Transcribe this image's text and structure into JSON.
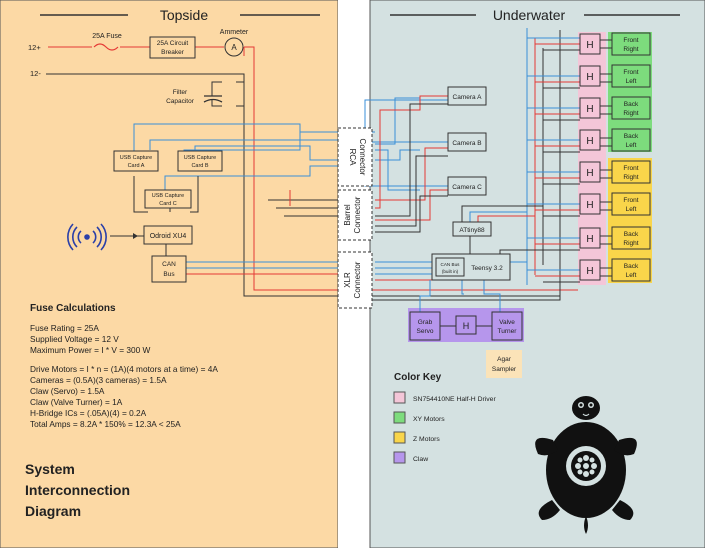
{
  "sections": {
    "topside": "Topside",
    "underwater": "Underwater"
  },
  "power": {
    "plus": "12+",
    "minus": "12-",
    "fuse": "25A Fuse",
    "breaker_line1": "25A Circuit",
    "breaker_line2": "Breaker",
    "ammeter": "Ammeter",
    "ammeter_symbol": "A",
    "filter_line1": "Filter",
    "filter_line2": "Capacitor"
  },
  "topside_parts": {
    "usb_a_line1": "USB Capture",
    "usb_a_line2": "Card A",
    "usb_b_line1": "USB Capture",
    "usb_b_line2": "Card B",
    "usb_c_line1": "USB Capture",
    "usb_c_line2": "Card C",
    "odroid": "Odroid XU4",
    "can_line1": "CAN",
    "can_line2": "Bus"
  },
  "connectors": {
    "rca_line1": "RCA",
    "rca_line2": "Connector",
    "barrel_line1": "Barrel",
    "barrel_line2": "Connector",
    "xlr_line1": "XLR",
    "xlr_line2": "Connector"
  },
  "underwater_parts": {
    "camera_a": "Camera A",
    "camera_b": "Camera B",
    "camera_c": "Camera C",
    "attiny": "ATtiny88",
    "teensy": "Teensy 3.2",
    "can_builtin_line1": "CAN Bus",
    "can_builtin_line2": "(built in)",
    "hbridge": "H",
    "grab_line1": "Grab",
    "grab_line2": "Servo",
    "valve_line1": "Valve",
    "valve_line2": "Turner",
    "agar_line1": "Agar",
    "agar_line2": "Sampler"
  },
  "motors": [
    {
      "line1": "Front",
      "line2": "Right",
      "group": "xy"
    },
    {
      "line1": "Front",
      "line2": "Left",
      "group": "xy"
    },
    {
      "line1": "Back",
      "line2": "Right",
      "group": "xy"
    },
    {
      "line1": "Back",
      "line2": "Left",
      "group": "xy"
    },
    {
      "line1": "Front",
      "line2": "Right",
      "group": "z"
    },
    {
      "line1": "Front",
      "line2": "Left",
      "group": "z"
    },
    {
      "line1": "Back",
      "line2": "Right",
      "group": "z"
    },
    {
      "line1": "Back",
      "line2": "Left",
      "group": "z"
    }
  ],
  "fuse_calc": {
    "heading": "Fuse Calculations",
    "lines": [
      "Fuse Rating = 25A",
      "Supplied Voltage = 12 V",
      "Maximum Power = I * V = 300 W",
      "Drive Motors = I * n = (1A)(4 motors at a time) = 4A",
      "Cameras = (0.5A)(3 cameras) = 1.5A",
      "Claw (Servo) = 1.5A",
      "Claw (Valve Turner) = 1A",
      "H-Bridge ICs = (.05A)(4) = 0.2A",
      "Total Amps = 8.2A * 150% = 12.3A < 25A"
    ]
  },
  "title": {
    "line1": "System",
    "line2": "Interconnection",
    "line3": "Diagram"
  },
  "color_key": {
    "heading": "Color Key",
    "items": [
      {
        "label": "SN754410NE  Half-H Driver",
        "color": "#f4c6d8"
      },
      {
        "label": "XY Motors",
        "color": "#7ddc7d"
      },
      {
        "label": "Z Motors",
        "color": "#f9d54a"
      },
      {
        "label": "Claw",
        "color": "#b696ec"
      }
    ]
  },
  "colors": {
    "topside_bg": "#fcd9a5",
    "underwater_bg": "#d4e1e1",
    "power_wire": "#e53935",
    "signal_wire": "#3a8fd8",
    "ground_wire": "#333333",
    "xy_motor": "#7ddc7d",
    "z_motor": "#f9d54a",
    "hbridge": "#f4c6d8",
    "claw": "#b696ec",
    "agar": "#fbe3b8"
  }
}
